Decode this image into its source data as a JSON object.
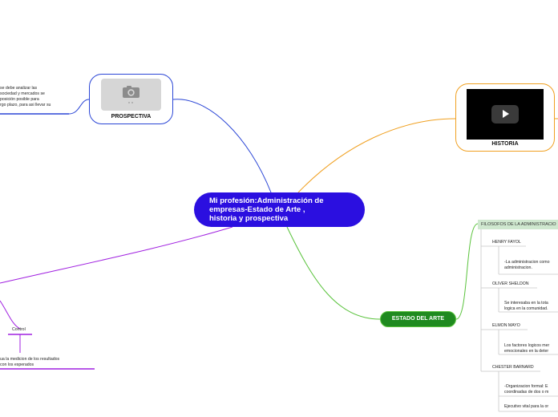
{
  "central": {
    "title": "Mi profesión:Administración de empresas-Estado de Arte , historia y prospectiva",
    "lines": [
      "Mi profesión:Administración de",
      "empresas-Estado de Arte ,",
      "historia y prospectiva"
    ]
  },
  "prospectiva": {
    "title": "PROSPECTIVA",
    "note_lines": [
      "se debe analizar las",
      "sociedad y mercados se",
      "posición posible para",
      "rgo plazo, para asi llevar su"
    ]
  },
  "historia": {
    "title": "HISTORIA"
  },
  "estado_arte": {
    "title": "ESTADO DEL ARTE",
    "group_title": "FILOSOFOS DE LA ADMINISTRACIO",
    "authors": [
      {
        "name": "HENRY FAYOL",
        "notes": [
          "-La administracion como",
          "administracion."
        ]
      },
      {
        "name": "OLIVER SHELDON",
        "notes": [
          "Se interesaba en la tota",
          "logica en la comunidad."
        ]
      },
      {
        "name": "ELMON MAYO",
        "notes": [
          "Los factores logicos mer",
          "emocionales en la deter"
        ]
      },
      {
        "name": "CHESTER BARNARD",
        "notes": [
          "-Organizacion formal: E",
          "coordinadas de dos o m",
          "Ejecutivo vital para la or"
        ]
      }
    ]
  },
  "control": {
    "label": "Control",
    "note_lines": [
      "ua la medicion de los resultados",
      "con los esperados"
    ]
  },
  "colors": {
    "central": "#2b0fe0",
    "prospectiva_link": "#2b46d6",
    "historia_link": "#f0a020",
    "estado_link": "#58c23a",
    "control_link": "#a020e0"
  }
}
